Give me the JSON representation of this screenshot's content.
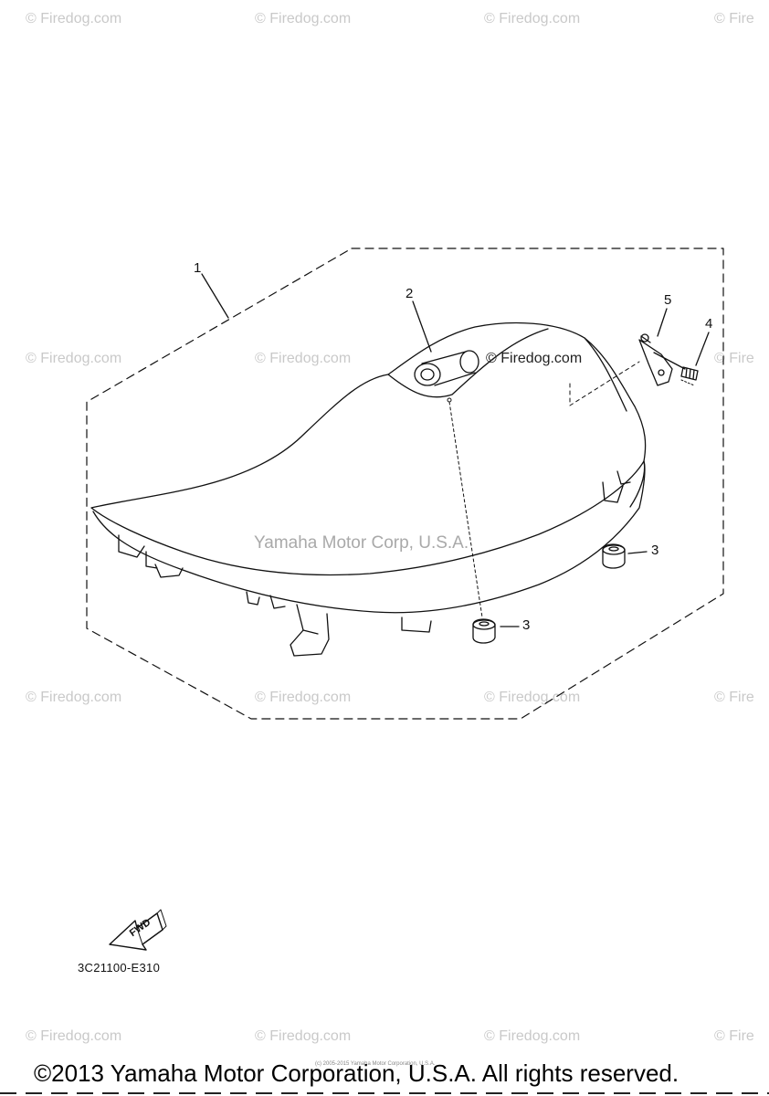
{
  "watermark": {
    "text": "© Firedog.com",
    "row_1": [
      "© Firedog.com",
      "© Firedog.com",
      "© Firedog.com",
      "© Fire"
    ],
    "row_2": [
      "© Firedog.com",
      "© Firedog.com",
      "© Fire"
    ],
    "row_3": [
      "© Firedog.com",
      "© Firedog.com",
      "© Firedog.com",
      "© Fire"
    ],
    "row_4": [
      "© Firedog.com",
      "© Firedog.com",
      "© Firedog.com",
      "© Fire"
    ],
    "inline": "© Firedog.com",
    "center": "Yamaha Motor Corp, U.S.A."
  },
  "callouts": {
    "c1": "1",
    "c2": "2",
    "c3a": "3",
    "c3b": "3",
    "c4": "4",
    "c5": "5"
  },
  "fwd_label": "FWD",
  "diagram_code": "3C21100-E310",
  "fine_print": "(c) 2005-2015 Yamaha Motor Corporation, U.S.A.",
  "copyright": "©2013 Yamaha Motor Corporation, U.S.A. All rights reserved.",
  "colors": {
    "line": "#111111",
    "watermark": "#c9c9c9",
    "background": "#ffffff"
  }
}
